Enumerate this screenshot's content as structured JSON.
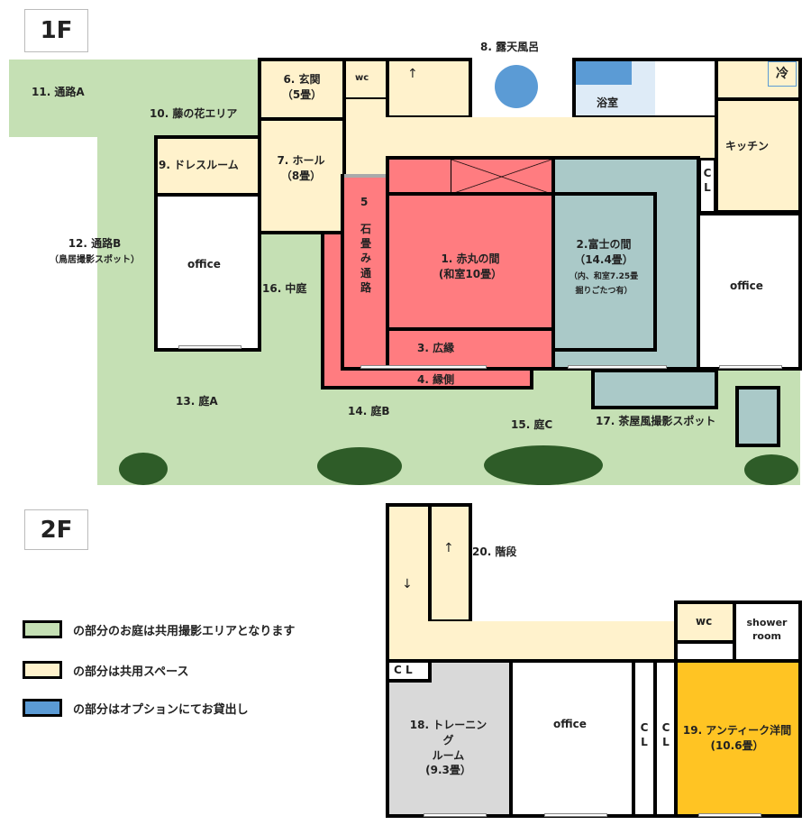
{
  "floors": {
    "f1": "1F",
    "f2": "2F"
  },
  "colors": {
    "garden": "#c5e0b4",
    "shared": "#fff2cc",
    "option": "#5b9bd5",
    "red_room": "#ff7c80",
    "teal_room": "#aac9c8",
    "training": "#d9d9d9",
    "antique": "#ffc423"
  },
  "rooms_1f": {
    "r1": "1. 赤丸の間",
    "r1b": "(和室10畳）",
    "r2": "2.富士の間",
    "r2b": "（14.4畳）",
    "r2c": "（内、和室7.25畳",
    "r2d": "掘りごたつ有）",
    "r3": "3. 広縁",
    "r4": "4. 縁側",
    "r5n": "5",
    "r5": "石畳み通路",
    "r6": "6. 玄関",
    "r6b": "（5畳）",
    "wc": "wc",
    "r7": "7. ホール",
    "r7b": "（8畳）",
    "r8": "8. 露天風呂",
    "bath": "浴室",
    "fridge": "冷",
    "kitchen": "キッチン",
    "cl": "C L",
    "r9": "9. ドレスルーム",
    "r10": "10. 藤の花エリア",
    "r11": "11. 通路A",
    "r12": "12. 通路B",
    "r12b": "（鳥居撮影スポット）",
    "r13": "13. 庭A",
    "r14": "14. 庭B",
    "r15": "15. 庭C",
    "r16": "16. 中庭",
    "r17": "17. 茶屋風撮影スポット",
    "office_left": "office",
    "office_right": "office"
  },
  "rooms_2f": {
    "r18": "18. トレーニン",
    "r18b": "グ",
    "r18c": "ルーム",
    "r18d": "(9.3畳）",
    "r19": "19. アンティーク洋間",
    "r19b": "(10.6畳）",
    "r20": "20. 階段",
    "office": "office",
    "wc": "wc",
    "shower": "shower",
    "shower_b": "room",
    "cl": "C L"
  },
  "legend": [
    {
      "text": "の部分のお庭は共用撮影エリアとなります",
      "color": "#c5e0b4"
    },
    {
      "text": "の部分は共用スペース",
      "color": "#fff2cc"
    },
    {
      "text": "の部分はオプションにてお貸出し",
      "color": "#5b9bd5"
    }
  ]
}
